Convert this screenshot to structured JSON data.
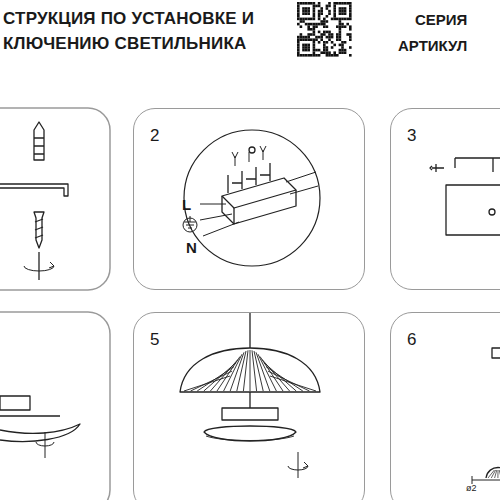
{
  "diagram": {
    "title": "СТРУКЦИЯ ПО УСТАНОВКЕ И КЛЮЧЕНИЮ СВЕТИЛЬНИКА",
    "nodes": [
      {
        "text": [
          "2"
        ]
      },
      {
        "text": [
          "3"
        ]
      },
      {
        "text": [
          "5"
        ]
      },
      {
        "text": [
          "6"
        ]
      }
    ],
    "labels": [
      "СЕРИЯ",
      "АРТИКУЛ",
      "L",
      "N",
      "ø2"
    ]
  }
}
